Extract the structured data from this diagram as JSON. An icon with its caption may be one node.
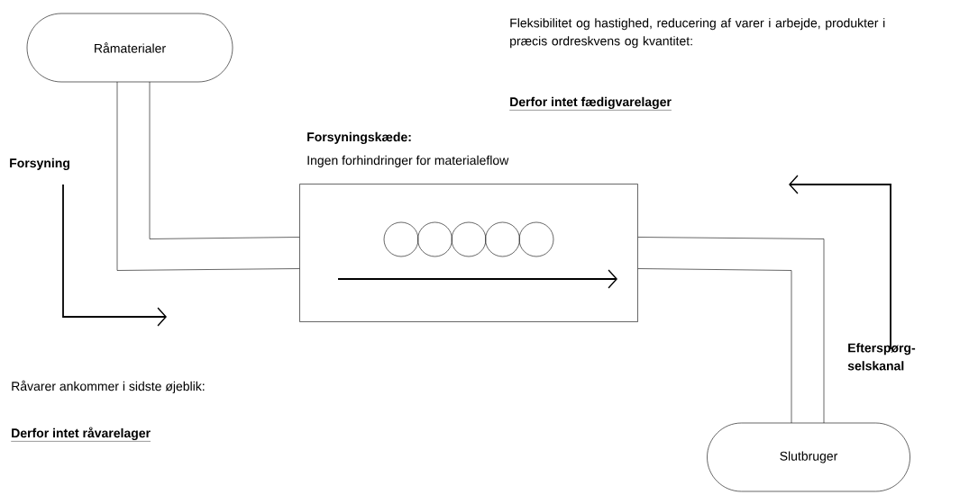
{
  "diagram": {
    "nodes": [
      {
        "text": [
          "Råmaterialer"
        ]
      },
      {
        "text": [
          "Forsyningskæde:",
          "Ingen forhindringer for materialeflow"
        ]
      },
      {
        "text": [],
        "shape": "circle",
        "in": 1
      },
      {
        "text": [],
        "shape": "circle",
        "in": 1
      },
      {
        "text": [],
        "shape": "circle",
        "in": 1
      },
      {
        "text": [],
        "shape": "circle",
        "in": 1
      },
      {
        "text": [],
        "shape": "circle",
        "in": 1
      },
      {
        "text": [
          "Slutbruger"
        ]
      }
    ],
    "edges": [
      {
        "from": 0,
        "to": 1,
        "arrow": "none"
      },
      {
        "from": 1,
        "to": 7,
        "arrow": "none"
      }
    ],
    "labels": [
      "Fleksibilitet og hastighed, reducering af varer i arbejde, produkter i præcis ordreskvens og kvantitet:",
      "Derfor intet fædigvarelager",
      "Forsyning",
      "Efterspørg- selskanal",
      "Råvarer ankommer i sidste øjeblik:",
      "Derfor intet råvarelager"
    ]
  }
}
